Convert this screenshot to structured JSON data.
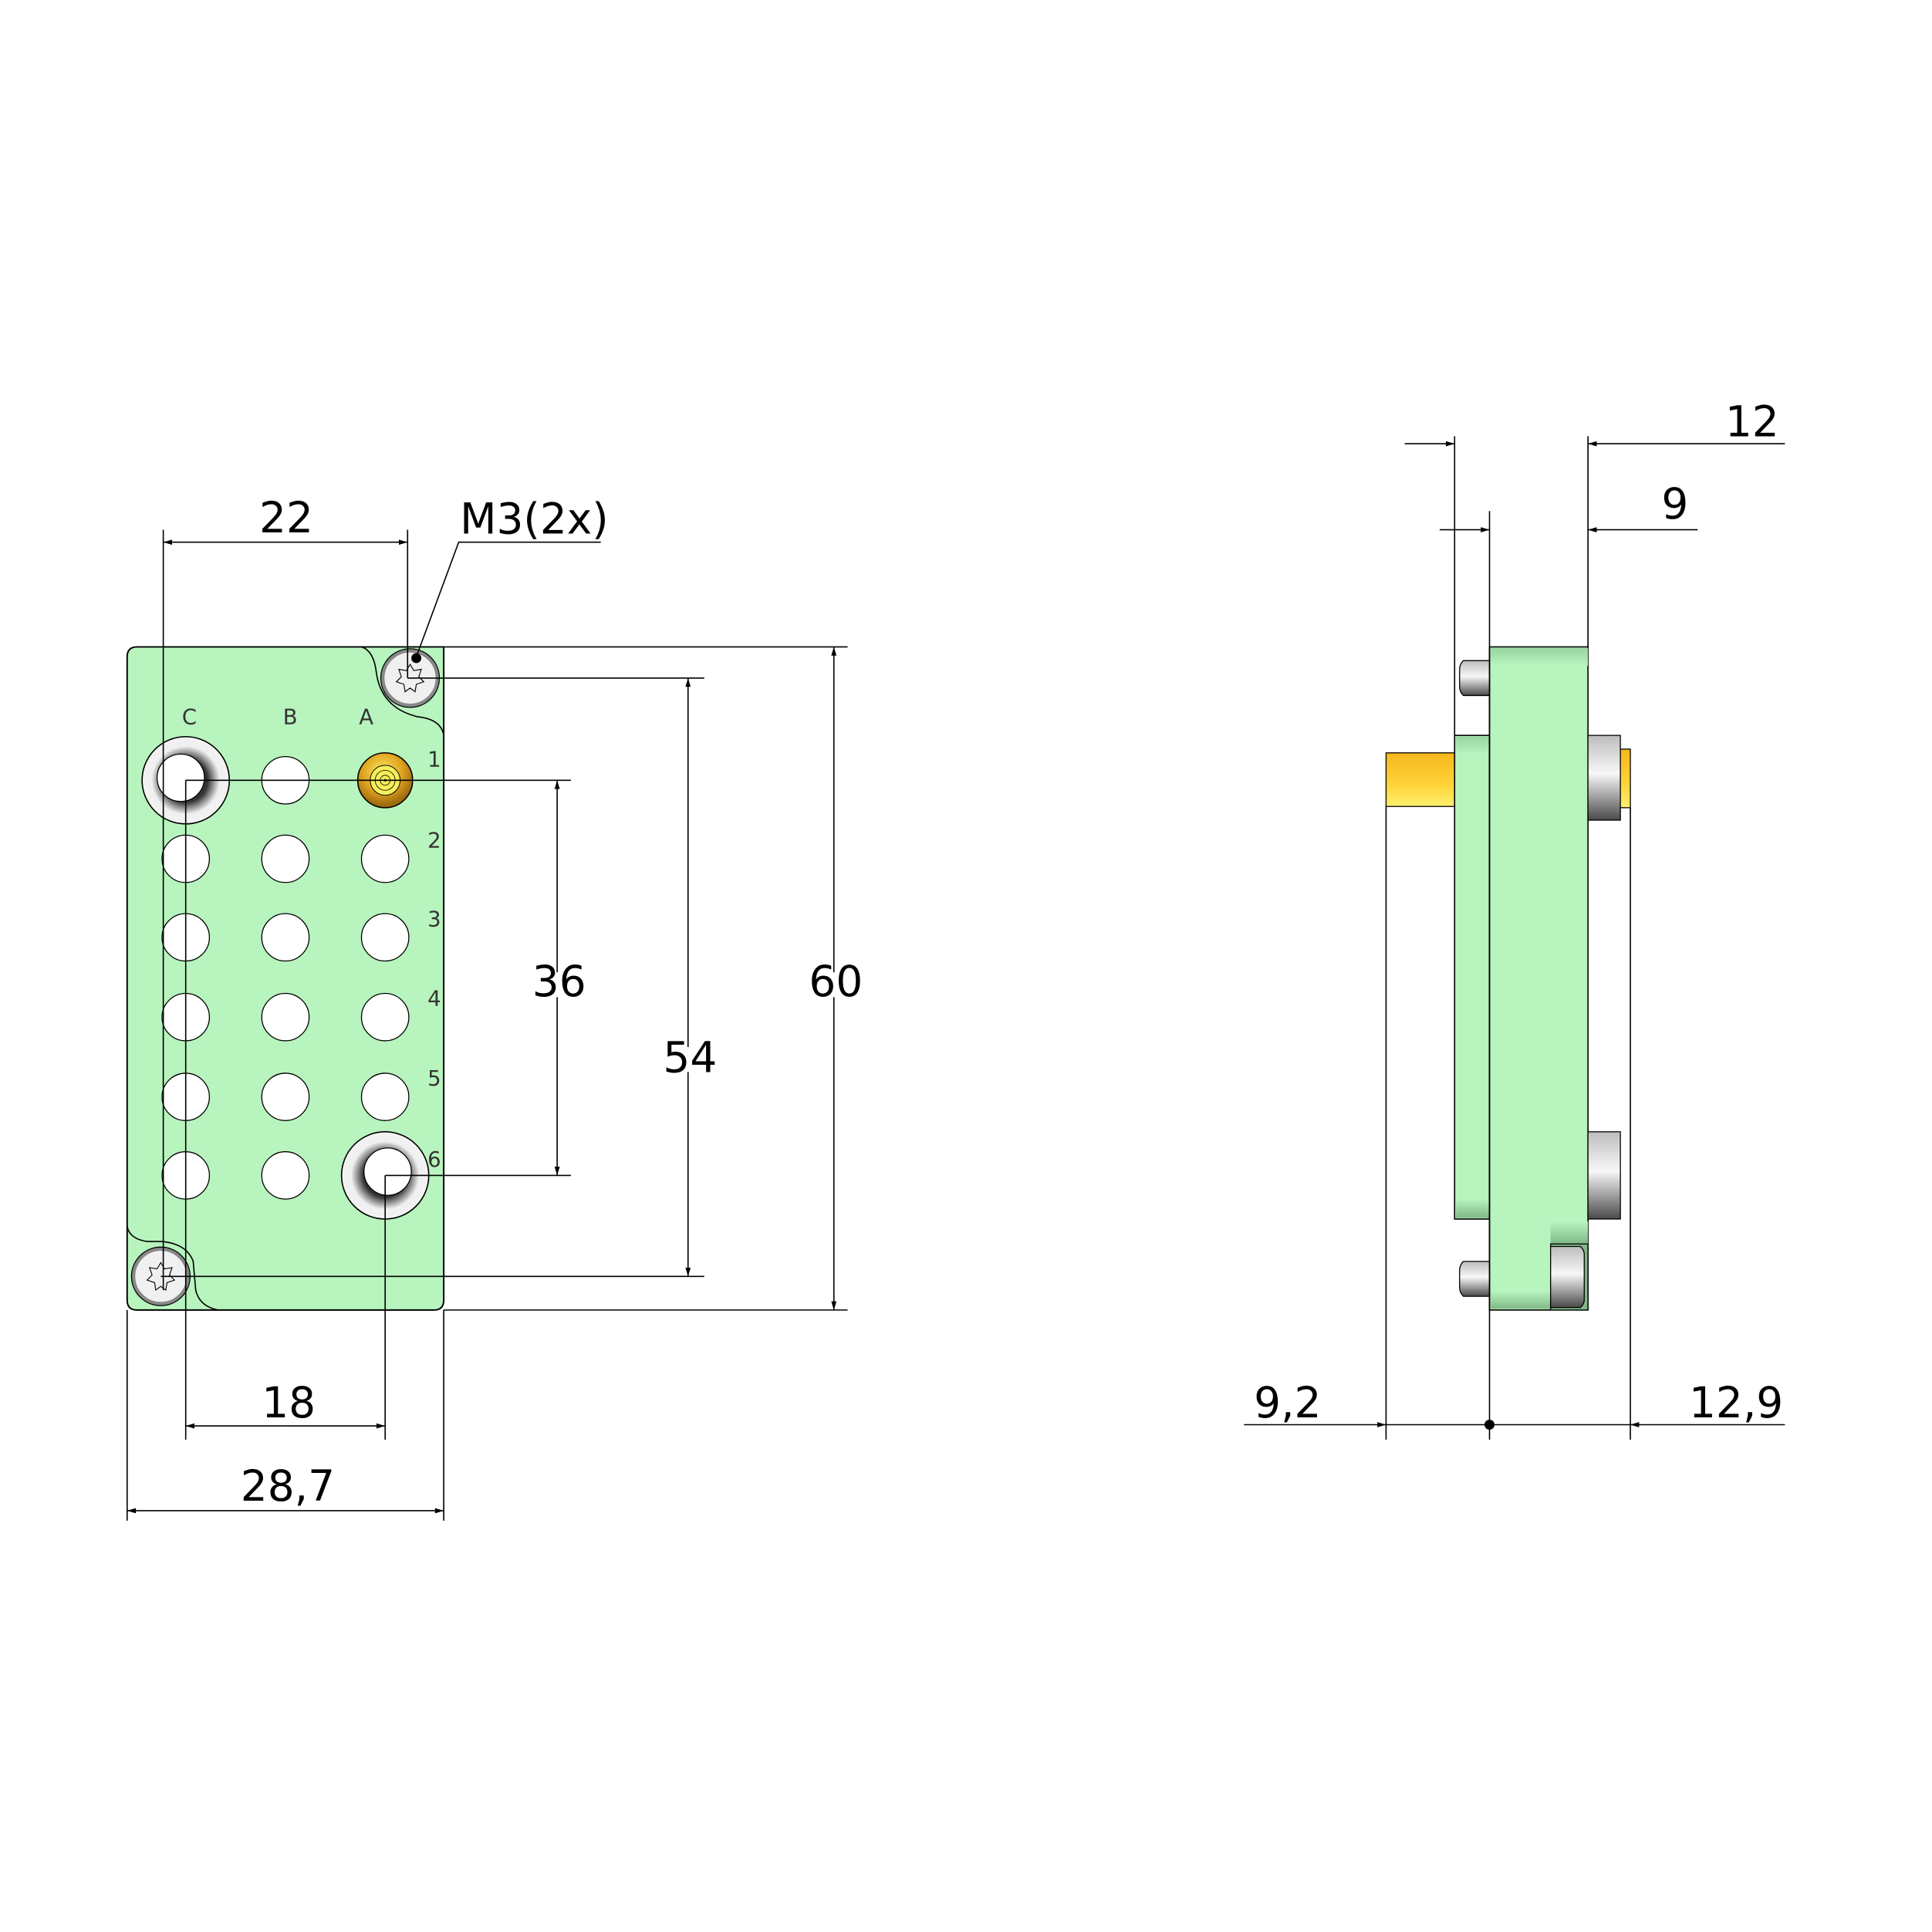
{
  "drawing": {
    "title": "Connector module dimension drawing",
    "colors": {
      "body": "#b8f4be",
      "body_shade": "#98d49f",
      "metal": "#d0d0d0",
      "contact_gold": "#f5c21b",
      "line": "#000000"
    }
  },
  "front_view": {
    "column_labels": [
      "C",
      "B",
      "A"
    ],
    "row_labels": [
      "1",
      "2",
      "3",
      "4",
      "5",
      "6"
    ],
    "screw_callout": "M3(2x)",
    "dimensions": {
      "coding_width": "22",
      "pin_pitch_vertical": "36",
      "screw_spacing": "54",
      "height": "60",
      "guide_spacing": "18",
      "width": "28,7"
    }
  },
  "side_view": {
    "dimensions": {
      "overall_depth": "12",
      "body_depth": "9",
      "front_protrusion": "9,2",
      "rear_protrusion": "12,9"
    }
  }
}
